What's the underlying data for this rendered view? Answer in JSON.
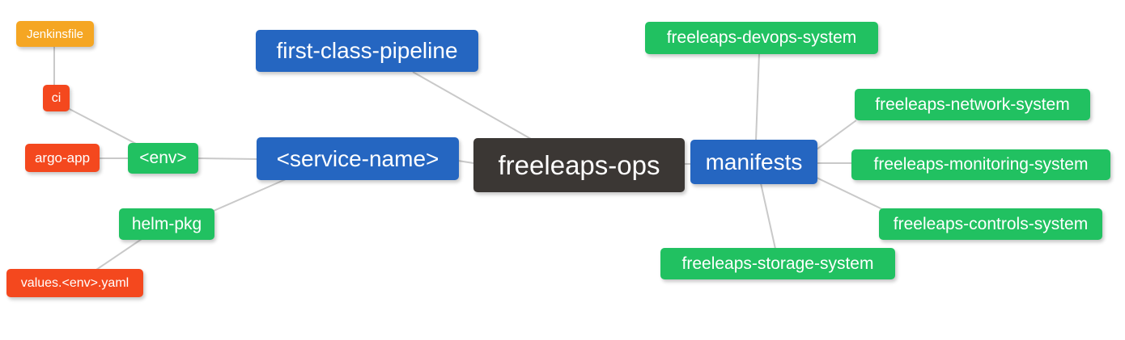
{
  "diagram": {
    "type": "mindmap",
    "root_label": "freeleaps-ops",
    "nodes": [
      {
        "id": "jenkinsfile",
        "label": "Jenkinsfile",
        "color": "#f5a623"
      },
      {
        "id": "ci",
        "label": "ci",
        "color": "#f4481e"
      },
      {
        "id": "argo-app",
        "label": "argo-app",
        "color": "#f4481e"
      },
      {
        "id": "env",
        "label": "<env>",
        "color": "#21c161"
      },
      {
        "id": "helm-pkg",
        "label": "helm-pkg",
        "color": "#21c161"
      },
      {
        "id": "values-env-yaml",
        "label": "values.<env>.yaml",
        "color": "#f4481e"
      },
      {
        "id": "first-class-pipeline",
        "label": "first-class-pipeline",
        "color": "#2566c1"
      },
      {
        "id": "service-name",
        "label": "<service-name>",
        "color": "#2566c1"
      },
      {
        "id": "freeleaps-ops",
        "label": "freeleaps-ops",
        "color": "#3b3734"
      },
      {
        "id": "manifests",
        "label": "manifests",
        "color": "#2566c1"
      },
      {
        "id": "devops-system",
        "label": "freeleaps-devops-system",
        "color": "#21c161"
      },
      {
        "id": "network-system",
        "label": "freeleaps-network-system",
        "color": "#21c161"
      },
      {
        "id": "monitoring-system",
        "label": "freeleaps-monitoring-system",
        "color": "#21c161"
      },
      {
        "id": "controls-system",
        "label": "freeleaps-controls-system",
        "color": "#21c161"
      },
      {
        "id": "storage-system",
        "label": "freeleaps-storage-system",
        "color": "#21c161"
      }
    ],
    "edges": [
      [
        "jenkinsfile",
        "ci"
      ],
      [
        "ci",
        "env"
      ],
      [
        "argo-app",
        "env"
      ],
      [
        "env",
        "service-name"
      ],
      [
        "first-class-pipeline",
        "freeleaps-ops"
      ],
      [
        "service-name",
        "freeleaps-ops"
      ],
      [
        "service-name",
        "helm-pkg"
      ],
      [
        "helm-pkg",
        "values-env-yaml"
      ],
      [
        "freeleaps-ops",
        "manifests"
      ],
      [
        "manifests",
        "devops-system"
      ],
      [
        "manifests",
        "network-system"
      ],
      [
        "manifests",
        "monitoring-system"
      ],
      [
        "manifests",
        "controls-system"
      ],
      [
        "manifests",
        "storage-system"
      ]
    ],
    "palette": {
      "blue": "#2566c1",
      "green": "#21c161",
      "orange": "#f5a623",
      "red": "#f4481e",
      "dark": "#3b3734",
      "edge_line": "#c9c9c9",
      "background": "#ffffff",
      "node_text": "#ffffff"
    }
  }
}
